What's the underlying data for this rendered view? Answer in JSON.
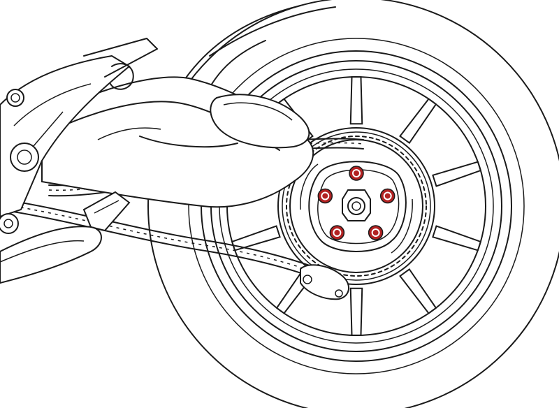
{
  "diagram": {
    "colors": {
      "line": "#1a1a1a",
      "background": "#ffffff",
      "highlight_bolt": "#b22222",
      "bolt_ring": "#ffffff"
    },
    "highlighted_parts": [
      {
        "part": "sprocket-carrier-bolt",
        "count": 5
      }
    ],
    "components": [
      "rear-tire",
      "rear-wheel-rim",
      "wheel-spoke",
      "rear-sprocket",
      "sprocket-carrier",
      "wheel-hub-nut",
      "drive-chain",
      "single-sided-swingarm",
      "chain-guard",
      "rear-footpeg",
      "heel-guard-bracket",
      "brake-caliper",
      "exhaust-pipe"
    ]
  }
}
